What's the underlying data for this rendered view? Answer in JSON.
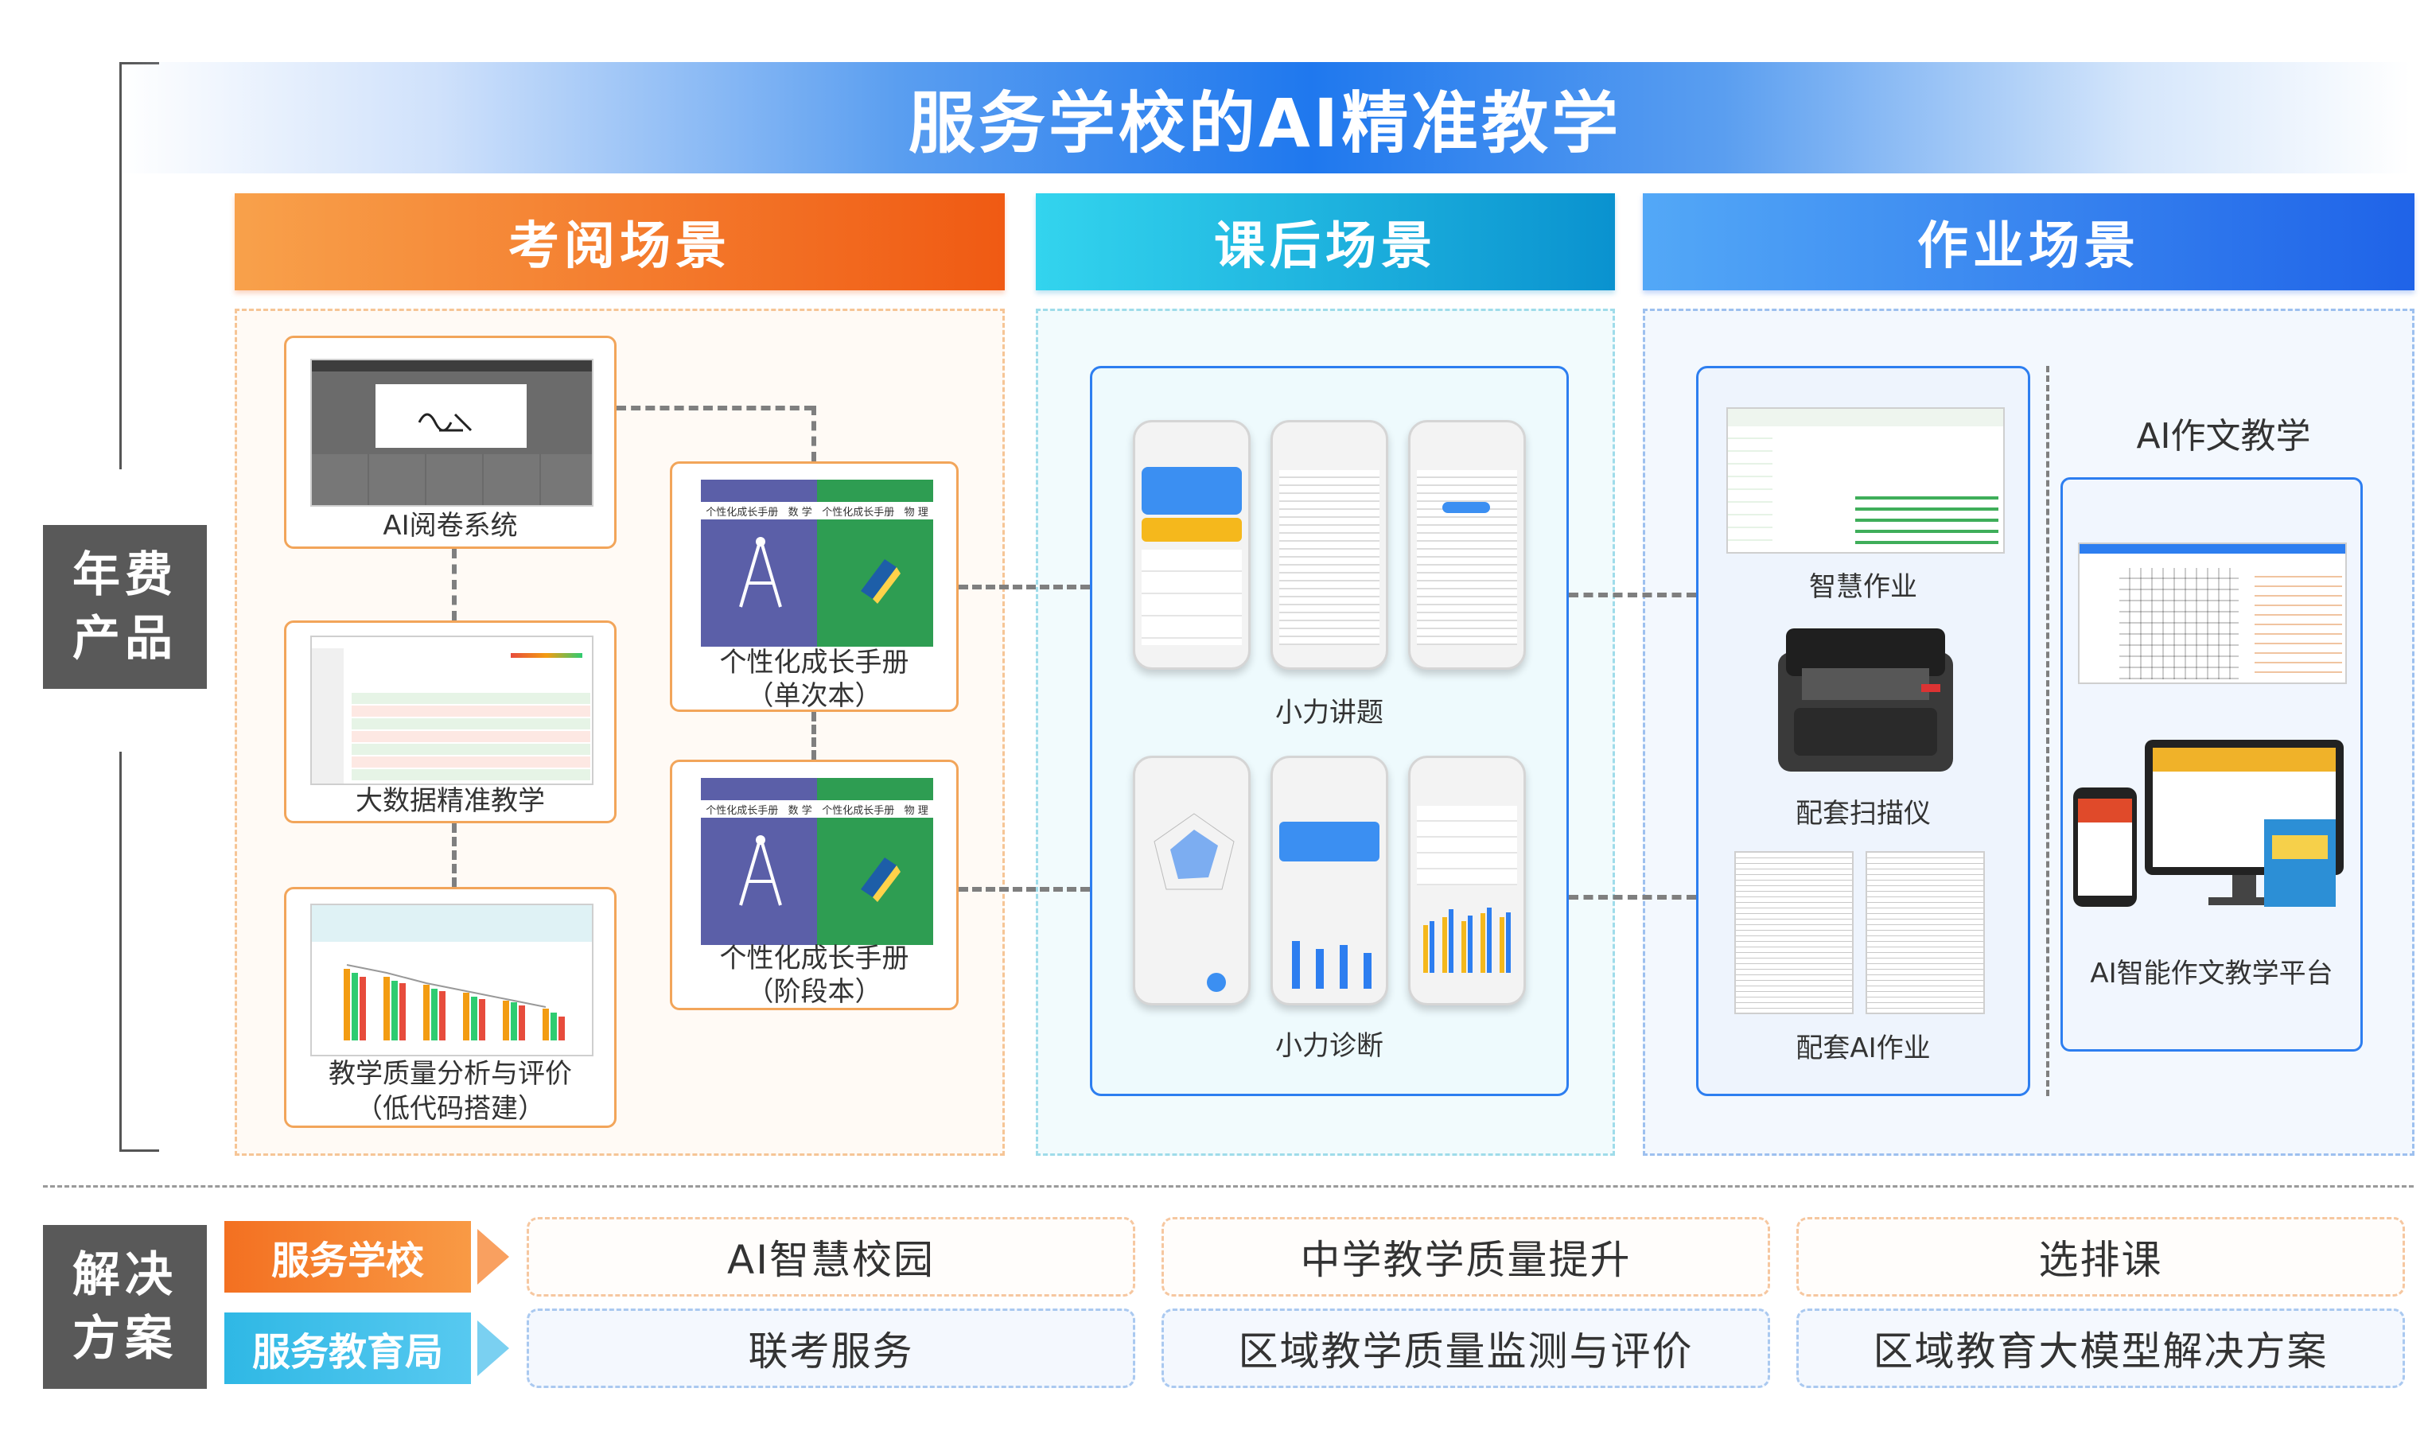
{
  "title": "服务学校的AI精准教学",
  "left_tags": {
    "annual_products": "年费\n产品",
    "solutions": "解决\n方案"
  },
  "columns": [
    {
      "header": "考阅场景",
      "color": "#f37021"
    },
    {
      "header": "课后场景",
      "color": "#19b9d8"
    },
    {
      "header": "作业场景",
      "color": "#2d7ef0"
    }
  ],
  "exam_scene": {
    "ai_review": "AI阅卷系统",
    "big_data": "大数据精准教学",
    "quality_line1": "教学质量分析与评价",
    "quality_line2": "（低代码搭建）",
    "handbook_single_line1": "个性化成长手册",
    "handbook_single_line2": "（单次本）",
    "handbook_stage_line1": "个性化成长手册",
    "handbook_stage_line2": "（阶段本）"
  },
  "after_class_scene": {
    "xiaoli_lecture": "小力讲题",
    "xiaoli_diagnosis": "小力诊断"
  },
  "homework_scene": {
    "smart_homework": "智慧作业",
    "scanner": "配套扫描仪",
    "ai_homework": "配套AI作业",
    "essay_title": "AI作文教学",
    "essay_platform": "AI智能作文教学平台"
  },
  "handbook_cover": {
    "title": "个性化成长手册",
    "subject_math": "数 学",
    "subject_physics": "物 理"
  },
  "solutions": {
    "rows": [
      {
        "label": "服务学校",
        "items": [
          "AI智慧校园",
          "中学教学质量提升",
          "选排课"
        ]
      },
      {
        "label": "服务教育局",
        "items": [
          "联考服务",
          "区域教学质量监测与评价",
          "区域教育大模型解决方案"
        ]
      }
    ]
  },
  "colors": {
    "orange": "#f37021",
    "cyan": "#19b9d8",
    "blue": "#2d7ef0",
    "gray_tag": "#595959"
  }
}
